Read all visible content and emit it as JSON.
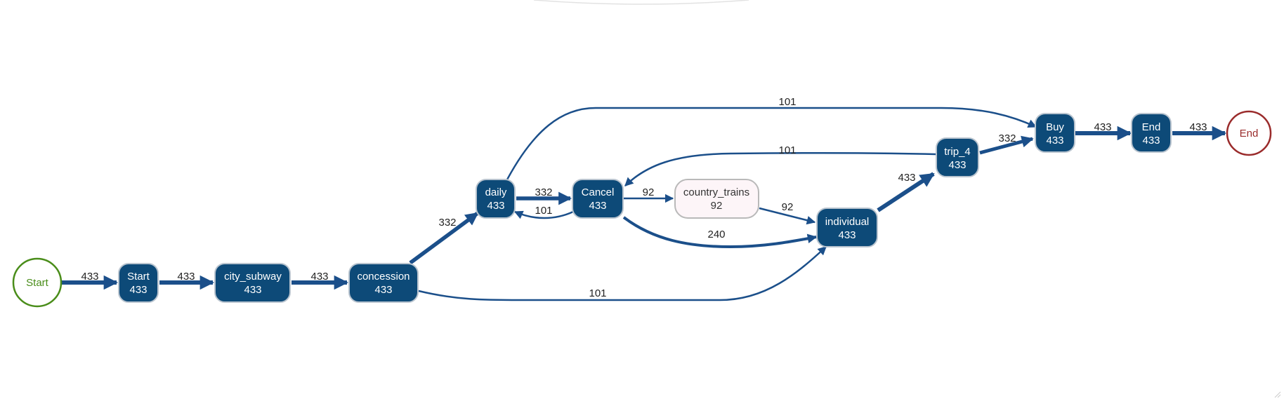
{
  "graph": {
    "nodes": [
      {
        "id": "start_circle",
        "kind": "start",
        "label": "Start"
      },
      {
        "id": "start",
        "kind": "activity",
        "label": "Start",
        "count": "433"
      },
      {
        "id": "city_subway",
        "kind": "activity",
        "label": "city_subway",
        "count": "433"
      },
      {
        "id": "concession",
        "kind": "activity",
        "label": "concession",
        "count": "433"
      },
      {
        "id": "daily",
        "kind": "activity",
        "label": "daily",
        "count": "433"
      },
      {
        "id": "cancel",
        "kind": "activity",
        "label": "Cancel",
        "count": "433"
      },
      {
        "id": "country_trains",
        "kind": "activity-light",
        "label": "country_trains",
        "count": "92"
      },
      {
        "id": "individual",
        "kind": "activity",
        "label": "individual",
        "count": "433"
      },
      {
        "id": "trip_4",
        "kind": "activity",
        "label": "trip_4",
        "count": "433"
      },
      {
        "id": "buy",
        "kind": "activity",
        "label": "Buy",
        "count": "433"
      },
      {
        "id": "end",
        "kind": "activity",
        "label": "End",
        "count": "433"
      },
      {
        "id": "end_circle",
        "kind": "end",
        "label": "End"
      }
    ],
    "edges": [
      {
        "id": "e1",
        "from": "start_circle",
        "to": "start",
        "label": "433"
      },
      {
        "id": "e2",
        "from": "start",
        "to": "city_subway",
        "label": "433"
      },
      {
        "id": "e3",
        "from": "city_subway",
        "to": "concession",
        "label": "433"
      },
      {
        "id": "e4",
        "from": "concession",
        "to": "daily",
        "label": "332"
      },
      {
        "id": "e5",
        "from": "concession",
        "to": "individual",
        "label": "101"
      },
      {
        "id": "e6",
        "from": "daily",
        "to": "cancel",
        "label": "332"
      },
      {
        "id": "e7",
        "from": "cancel",
        "to": "daily",
        "label": "101"
      },
      {
        "id": "e8",
        "from": "daily",
        "to": "buy",
        "label": "101"
      },
      {
        "id": "e9",
        "from": "cancel",
        "to": "country_trains",
        "label": "92"
      },
      {
        "id": "e10",
        "from": "cancel",
        "to": "individual",
        "label": "240"
      },
      {
        "id": "e11",
        "from": "country_trains",
        "to": "individual",
        "label": "92"
      },
      {
        "id": "e12",
        "from": "individual",
        "to": "trip_4",
        "label": "433"
      },
      {
        "id": "e13",
        "from": "trip_4",
        "to": "cancel",
        "label": "101"
      },
      {
        "id": "e14",
        "from": "trip_4",
        "to": "buy",
        "label": "332"
      },
      {
        "id": "e15",
        "from": "buy",
        "to": "end",
        "label": "433"
      },
      {
        "id": "e16",
        "from": "end",
        "to": "end_circle",
        "label": "433"
      }
    ]
  },
  "colors": {
    "node_fill": "#0d4a78",
    "node_light_fill": "#fdf5f8",
    "edge": "#1b4f8a",
    "start": "#4a8d1a",
    "end": "#9a2b2b"
  }
}
